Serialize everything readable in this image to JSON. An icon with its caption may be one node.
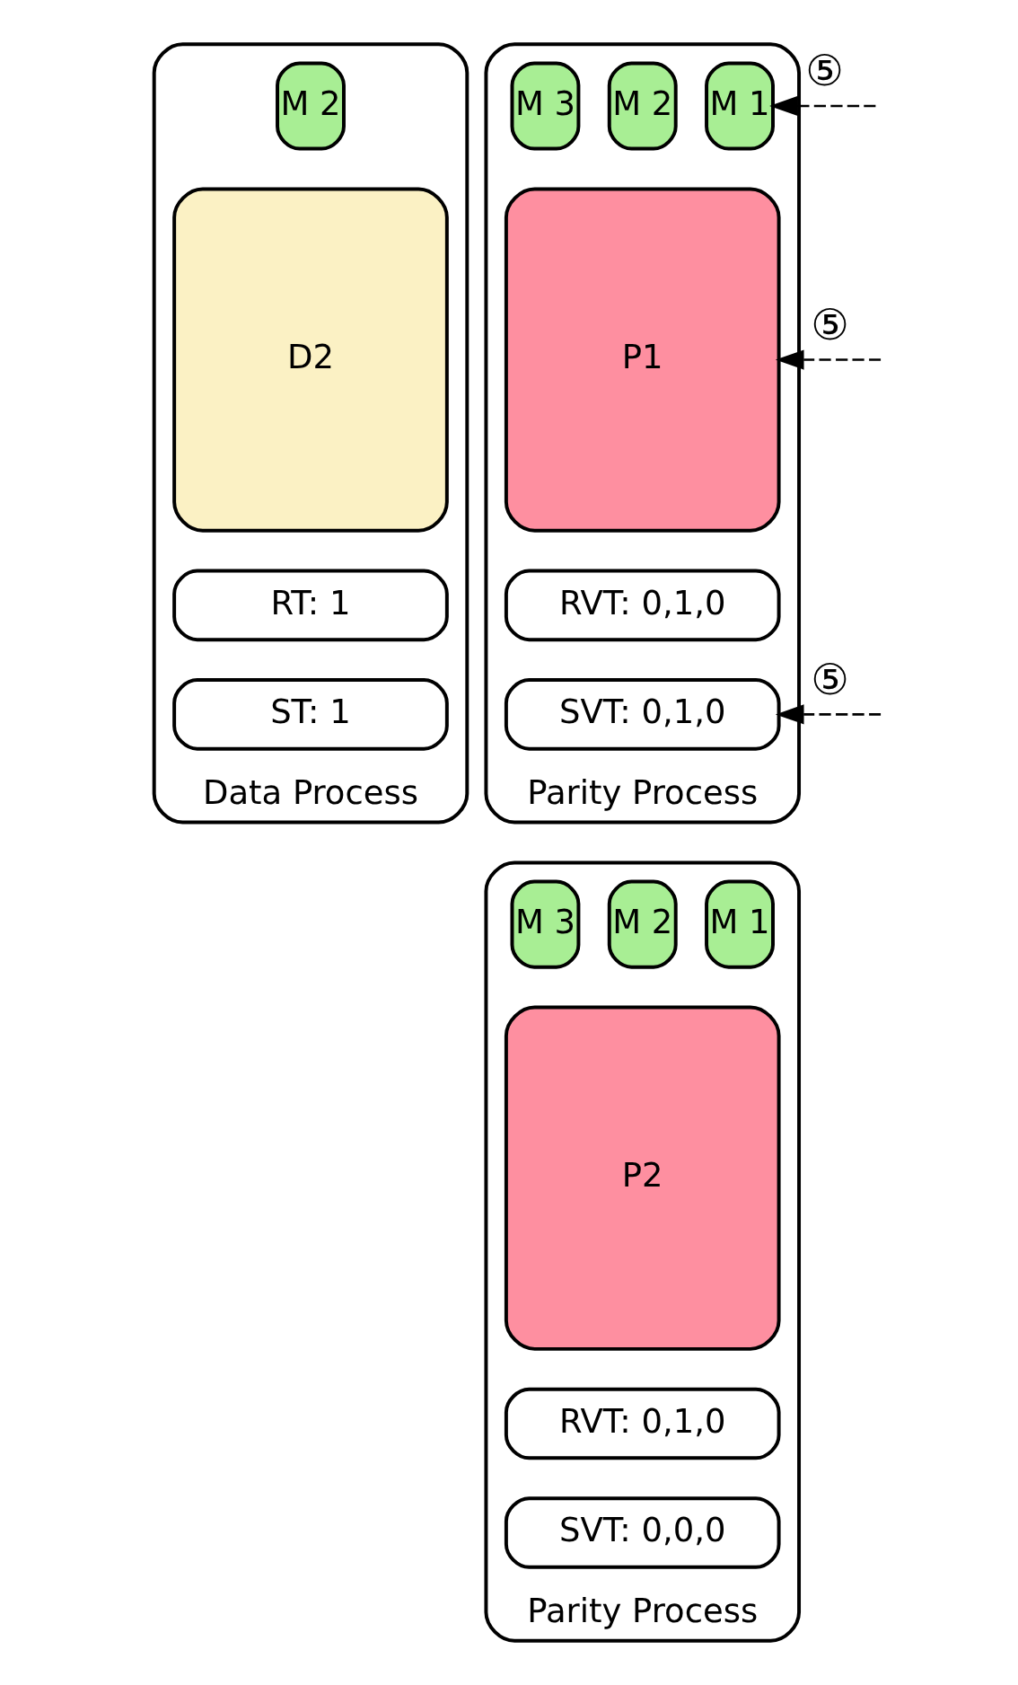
{
  "diagram": {
    "nodes": [
      {
        "text": [
          "Data Process"
        ]
      },
      {
        "text": [
          "M 2"
        ],
        "in": 0
      },
      {
        "text": [
          "D2"
        ],
        "in": 0
      },
      {
        "text": [
          "RT: 1"
        ],
        "in": 0
      },
      {
        "text": [
          "ST: 1"
        ],
        "in": 0
      },
      {
        "text": [
          "Parity Process"
        ]
      },
      {
        "text": [
          "M 1"
        ],
        "in": 5
      },
      {
        "text": [
          "M 2"
        ],
        "in": 5
      },
      {
        "text": [
          "M 3"
        ],
        "in": 5
      },
      {
        "text": [
          "P1"
        ],
        "in": 5
      },
      {
        "text": [
          "RVT: 0,1,0"
        ],
        "in": 5
      },
      {
        "text": [
          "SVT: 0,1,0"
        ],
        "in": 5
      },
      {
        "text": [
          "Parity Process"
        ]
      },
      {
        "text": [
          "M 1"
        ],
        "in": 12
      },
      {
        "text": [
          "M 2"
        ],
        "in": 12
      },
      {
        "text": [
          "M 3"
        ],
        "in": 12
      },
      {
        "text": [
          "P2"
        ],
        "in": 12
      },
      {
        "text": [
          "RVT: 0,1,0"
        ],
        "in": 12
      },
      {
        "text": [
          "SVT: 0,0,0"
        ],
        "in": 12
      }
    ],
    "edges": [
      {
        "from": null,
        "to": 6,
        "arrow": "to",
        "label": "⑤",
        "style": "dashed"
      },
      {
        "from": null,
        "to": 9,
        "arrow": "to",
        "label": "⑤",
        "style": "dashed"
      },
      {
        "from": null,
        "to": 11,
        "arrow": "to",
        "label": "⑤",
        "style": "dashed"
      }
    ]
  }
}
